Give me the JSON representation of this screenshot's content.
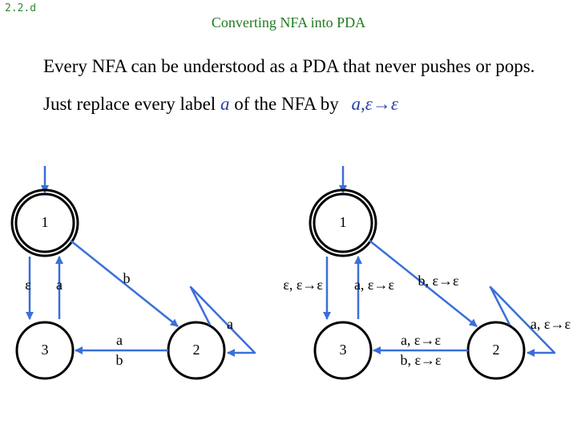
{
  "slide_number": "2.2.d",
  "title": "Converting NFA into PDA",
  "body": {
    "line1": "Every NFA can be understood as a PDA that never pushes or pops.",
    "line2_prefix": "Just replace every label ",
    "line2_a": "a",
    "line2_mid": " of the NFA by ",
    "line2_trans": "a,ε→ε"
  },
  "colors": {
    "arrow": "#3a6fd8",
    "title": "#1f7a1f",
    "text": "#000000",
    "highlight": "#2b3fa8"
  },
  "nfa": {
    "states": [
      "1",
      "3",
      "2"
    ],
    "labels": {
      "eps": "ε",
      "a_down": "a",
      "b": "b",
      "a_loop": "a",
      "ab_a": "a",
      "ab_b": "b"
    }
  },
  "pda": {
    "states": [
      "1",
      "3",
      "2"
    ],
    "labels": {
      "eps": "ε, ε→ε",
      "a_down": "a, ε→ε",
      "b": "b, ε→ε",
      "a_loop": "a, ε→ε",
      "ab_a": "a, ε→ε",
      "ab_b": "b, ε→ε"
    }
  }
}
